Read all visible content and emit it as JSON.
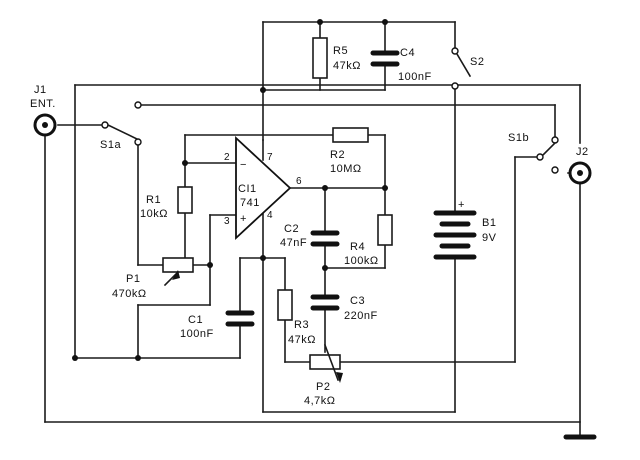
{
  "diagram": {
    "colors": {
      "ink": "#111111",
      "paper": "#ffffff"
    },
    "connectors": {
      "j1": {
        "ref": "J1",
        "name": "ENT."
      },
      "j2": {
        "ref": "J2"
      }
    },
    "switches": {
      "s1a": {
        "ref": "S1a"
      },
      "s1b": {
        "ref": "S1b"
      },
      "s2": {
        "ref": "S2"
      }
    },
    "ic": {
      "ref": "CI1",
      "part": "741",
      "pins": {
        "inv": "2",
        "noninv": "3",
        "gnd": "4",
        "out": "6",
        "vcc": "7"
      },
      "minus": "−",
      "plus": "+"
    },
    "resistors": {
      "r1": {
        "ref": "R1",
        "value": "10kΩ"
      },
      "r2": {
        "ref": "R2",
        "value": "10MΩ"
      },
      "r3": {
        "ref": "R3",
        "value": "47kΩ"
      },
      "r4": {
        "ref": "R4",
        "value": "100kΩ"
      },
      "r5": {
        "ref": "R5",
        "value": "47kΩ"
      }
    },
    "pots": {
      "p1": {
        "ref": "P1",
        "value": "470kΩ"
      },
      "p2": {
        "ref": "P2",
        "value": "4,7kΩ"
      }
    },
    "capacitors": {
      "c1": {
        "ref": "C1",
        "value": "100nF"
      },
      "c2": {
        "ref": "C2",
        "value": "47nF"
      },
      "c3": {
        "ref": "C3",
        "value": "220nF"
      },
      "c4": {
        "ref": "C4",
        "value": "100nF"
      }
    },
    "battery": {
      "ref": "B1",
      "value": "9V",
      "plus": "+"
    }
  }
}
